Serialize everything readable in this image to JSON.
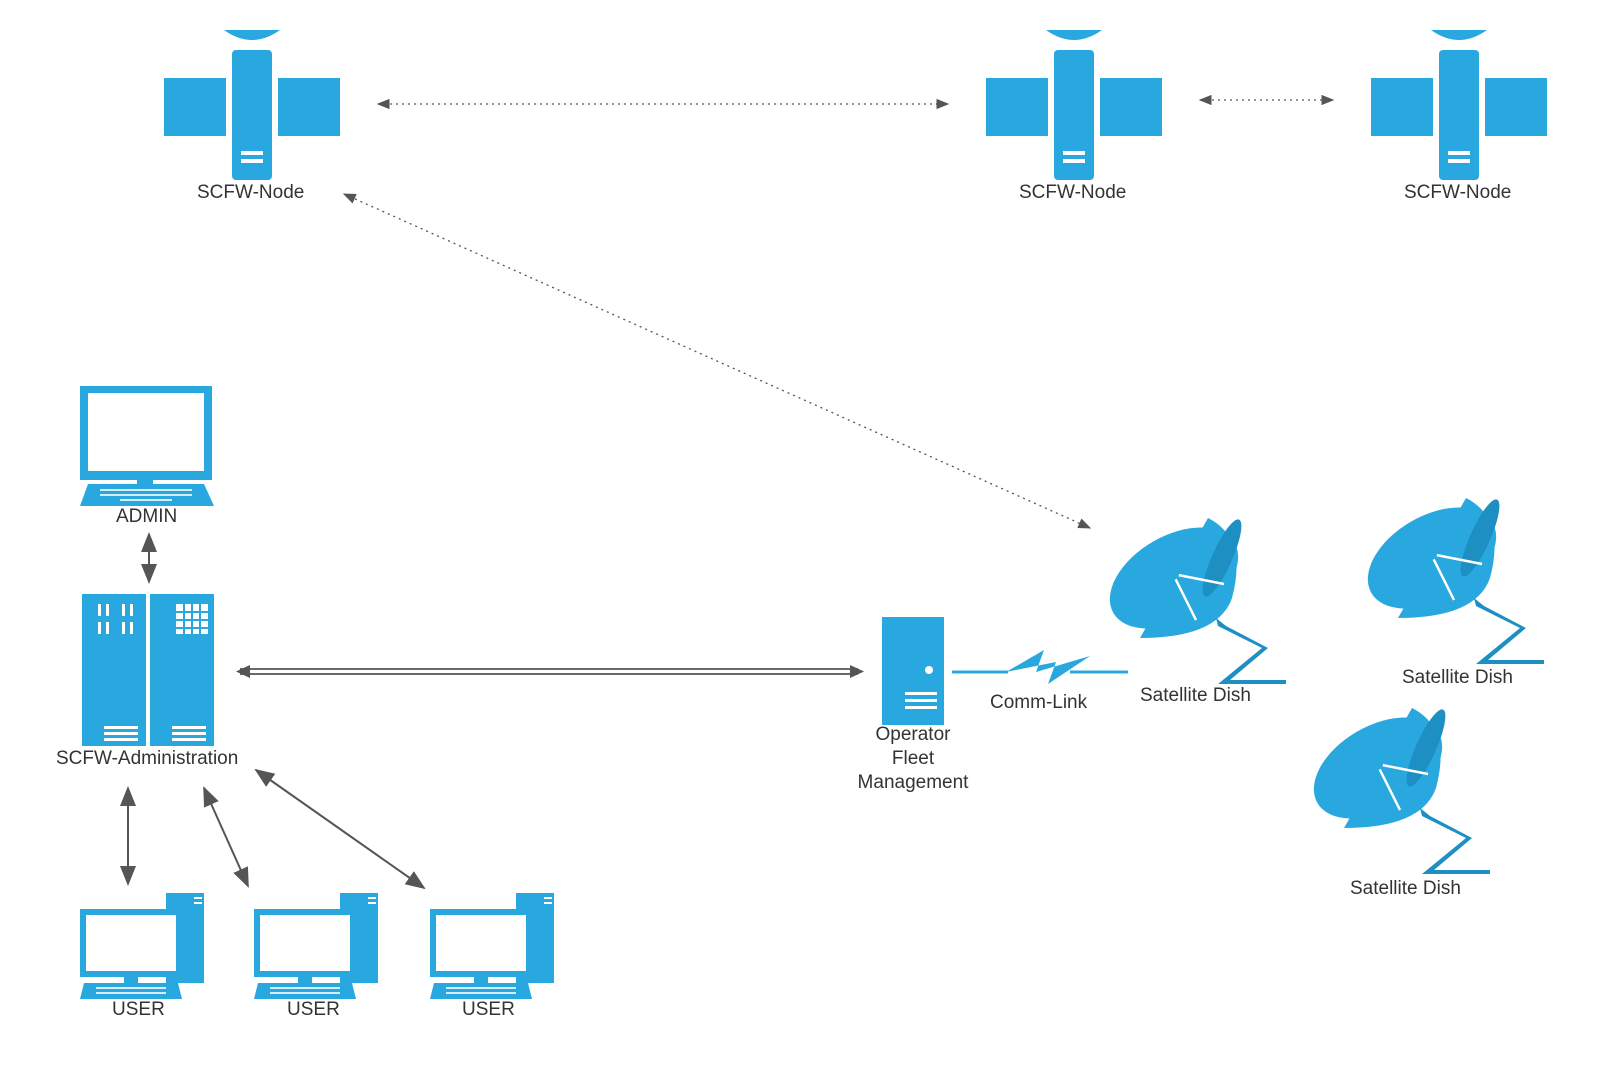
{
  "colors": {
    "accent": "#29a8e0",
    "accent_dark": "#1e8fc2",
    "screen": "#ffffff",
    "connector": "#555555",
    "text": "#333333"
  },
  "labels": {
    "node_1": "SCFW-Node",
    "node_2": "SCFW-Node",
    "node_3": "SCFW-Node",
    "admin": "ADMIN",
    "administration": "SCFW-Administration",
    "user_1": "USER",
    "user_2": "USER",
    "user_3": "USER",
    "operator_line1": "Operator",
    "operator_line2": "Fleet",
    "operator_line3": "Management",
    "comm_link": "Comm-Link",
    "dish_1": "Satellite Dish",
    "dish_2": "Satellite Dish",
    "dish_3": "Satellite Dish"
  },
  "icons": {
    "satellite": "satellite-icon",
    "laptop": "laptop-icon",
    "server_rack": "server-rack-icon",
    "desktop": "desktop-computer-icon",
    "tower_server": "tower-server-icon",
    "lightning_link": "lightning-link-icon",
    "satellite_dish": "satellite-dish-icon"
  }
}
